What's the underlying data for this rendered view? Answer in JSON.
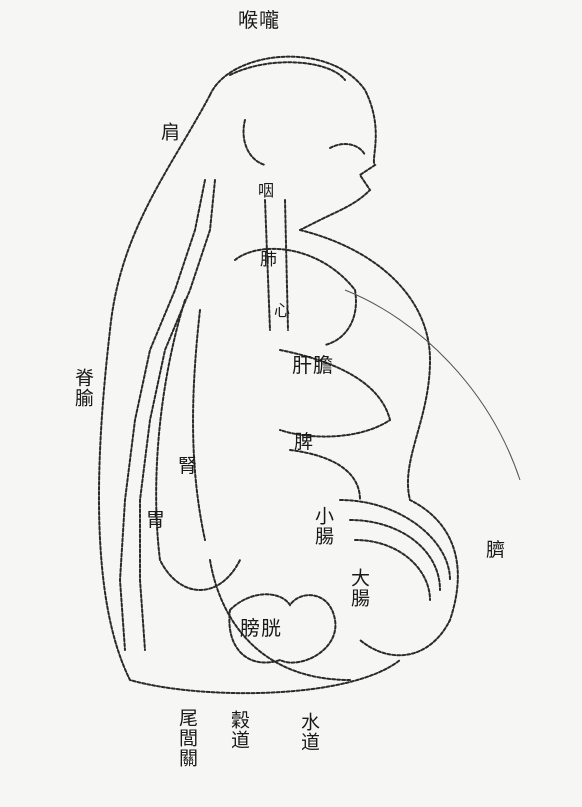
{
  "diagram": {
    "labels": {
      "top": {
        "text": "喉嚨"
      },
      "left_upper": {
        "text": "肩"
      },
      "neck": {
        "text": "咽"
      },
      "left_mid": {
        "text": "脊腧"
      },
      "chest": {
        "text": "肺"
      },
      "heart": {
        "text": "心"
      },
      "liver": {
        "text": "肝膽"
      },
      "spleen": {
        "text": "脾"
      },
      "stomach": {
        "text": "胃"
      },
      "left_kid": {
        "text": "腎"
      },
      "small_int": {
        "text": "小腸"
      },
      "large_int": {
        "text": "大腸"
      },
      "navel": {
        "text": "臍"
      },
      "bladder": {
        "text": "膀胱"
      },
      "bottom_1": {
        "text": "尾閭關"
      },
      "bottom_2": {
        "text": "穀道"
      },
      "bottom_3": {
        "text": "水道"
      }
    }
  }
}
